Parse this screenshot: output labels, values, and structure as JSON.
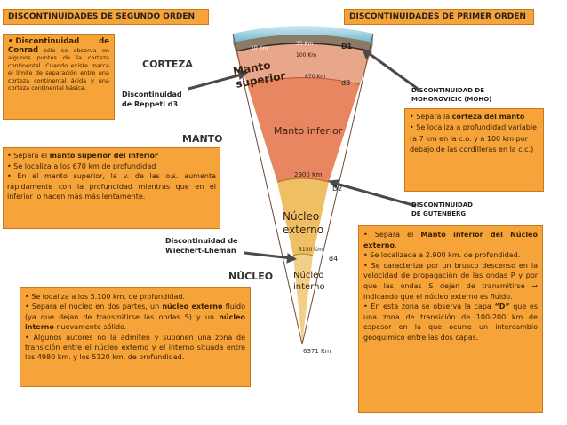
{
  "titles": {
    "second_order": "DISCONTINUIDADES DE SEGUNDO ORDEN",
    "first_order": "DISCONTINUIDADES DE PRIMER ORDEN"
  },
  "boxes": {
    "conrad": {
      "head_a": "• Discontinuidad",
      "head_b": "de",
      "head_c": "Conrad",
      "text": " sólo se observa en algunos puntos de la corteza continental. Cuando existe marca el límite de separación entre una corteza continental ácida y una corteza continental básica."
    },
    "repetti": {
      "l1a": "• Separa el ",
      "l1b": "manto superior del inferior",
      "l2": "• Se localiza a los 670 km de profundidad",
      "l3": "• En el manto superior, la v. de las o.s. aumenta rápidamente con la profundidad mientras que en el inferior lo hacen más más lentamente."
    },
    "lehman": {
      "b1": "• Se localiza a los 5.100 km. de profundidad.",
      "b2a": "• Separa el núcleo en dos partes, un ",
      "b2b": "núcleo externo",
      "b2c": " fluido (ya que dejan de transmitirse las ondas S) y un ",
      "b2d": "núcleo interno",
      "b2e": " nuevamente sólido.",
      "b3": "• Algunos autores no la admiten y suponen una zona de transición entre el núcleo externo y el interno situada entre los 4980 km. y los 5120 km. de profundidad."
    },
    "moho": {
      "b1a": "• Separa la ",
      "b1b": "corteza del manto",
      "b2": "• Se localiza a profundidad variable (a 7 km en la c.o. y a 100 km por debajo de las cordilleras en la c.c.)"
    },
    "gutenberg": {
      "b1a": "• Separa el ",
      "b1b": "Manto inferior del Núcleo externo",
      "b1c": ".",
      "b2": "• Se localizada a 2.900 km. de profundidad.",
      "b3": "• Se caracteriza por un brusco descenso en la velocidad de propagación de las ondas P y por que las ondas S dejan de transmitirse → indicando que el núcleo externo es fluido.",
      "b4a": "• En esta zona se observa la capa ",
      "b4b": "“D”",
      "b4c": " que es una zona de transición de 100-200 km de espesor en la que ocurre un intercambio geoquímico entre las dos capas."
    }
  },
  "diagram_labels": {
    "corteza": "CORTEZA",
    "manto": "MANTO",
    "nucleo": "NÚCLEO",
    "manto_superior_1": "Manto",
    "manto_superior_2": "superior",
    "manto_inferior": "Manto inferior",
    "nucleo_externo_1": "Núcleo",
    "nucleo_externo_2": "externo",
    "nucleo_interno_1": "Núcleo",
    "nucleo_interno_2": "interno",
    "depth_10": "10 Km",
    "depth_35": "35 Km",
    "depth_100": "100 Km",
    "depth_670": "670 Km",
    "depth_2900": "2900 Km",
    "depth_5150": "5150 Km",
    "depth_6371": "6371 Km",
    "d1": "D1",
    "d2": "D2",
    "d3": "d3",
    "d4": "d4",
    "repetti_1": "Discontinuidad",
    "repetti_2": "de Reppeti d3",
    "moho_1": "DISCONTINUIDAD DE",
    "moho_2": "MOHOROVICIC (MOHO)",
    "gutenberg_1": "DISCONTINUIDAD",
    "gutenberg_2": "DE GUTENBERG",
    "lehman_1": "Discontinuidad de",
    "lehman_2": "Wiechert-Lheman"
  },
  "colors": {
    "box_fill": "#f6a33a",
    "corteza": "#8a7a68",
    "manto_superior": "#e8a68a",
    "manto_inferior": "#e88662",
    "nucleo_externo": "#eec063",
    "nucleo_interno": "#f2cf86",
    "sky": "#7fc4d8"
  }
}
